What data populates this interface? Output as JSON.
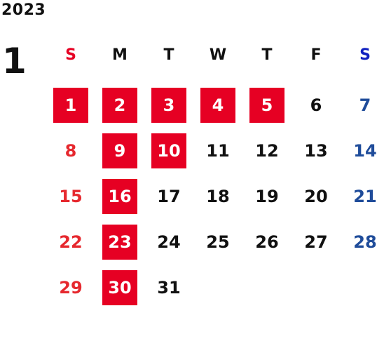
{
  "year": "2023",
  "month": "1",
  "colors": {
    "holiday_bg": "#e60023",
    "sunday": "#e6282e",
    "saturday": "#1f4c9a",
    "weekday": "#111111",
    "holiday_text": "#ffffff"
  },
  "weekday_headers": [
    "S",
    "M",
    "T",
    "W",
    "T",
    "F",
    "S"
  ],
  "header_colors": [
    "#e60023",
    "#111111",
    "#111111",
    "#111111",
    "#111111",
    "#111111",
    "#1020c0"
  ],
  "weeks": [
    [
      {
        "label": "1",
        "holiday": true
      },
      {
        "label": "2",
        "holiday": true
      },
      {
        "label": "3",
        "holiday": true
      },
      {
        "label": "4",
        "holiday": true
      },
      {
        "label": "5",
        "holiday": true
      },
      {
        "label": "6",
        "holiday": false
      },
      {
        "label": "7",
        "holiday": false
      }
    ],
    [
      {
        "label": "8",
        "holiday": false
      },
      {
        "label": "9",
        "holiday": true
      },
      {
        "label": "10",
        "holiday": true
      },
      {
        "label": "11",
        "holiday": false
      },
      {
        "label": "12",
        "holiday": false
      },
      {
        "label": "13",
        "holiday": false
      },
      {
        "label": "14",
        "holiday": false
      }
    ],
    [
      {
        "label": "15",
        "holiday": false
      },
      {
        "label": "16",
        "holiday": true
      },
      {
        "label": "17",
        "holiday": false
      },
      {
        "label": "18",
        "holiday": false
      },
      {
        "label": "19",
        "holiday": false
      },
      {
        "label": "20",
        "holiday": false
      },
      {
        "label": "21",
        "holiday": false
      }
    ],
    [
      {
        "label": "22",
        "holiday": false
      },
      {
        "label": "23",
        "holiday": true
      },
      {
        "label": "24",
        "holiday": false
      },
      {
        "label": "25",
        "holiday": false
      },
      {
        "label": "26",
        "holiday": false
      },
      {
        "label": "27",
        "holiday": false
      },
      {
        "label": "28",
        "holiday": false
      }
    ],
    [
      {
        "label": "29",
        "holiday": false
      },
      {
        "label": "30",
        "holiday": true
      },
      {
        "label": "31",
        "holiday": false
      }
    ]
  ]
}
